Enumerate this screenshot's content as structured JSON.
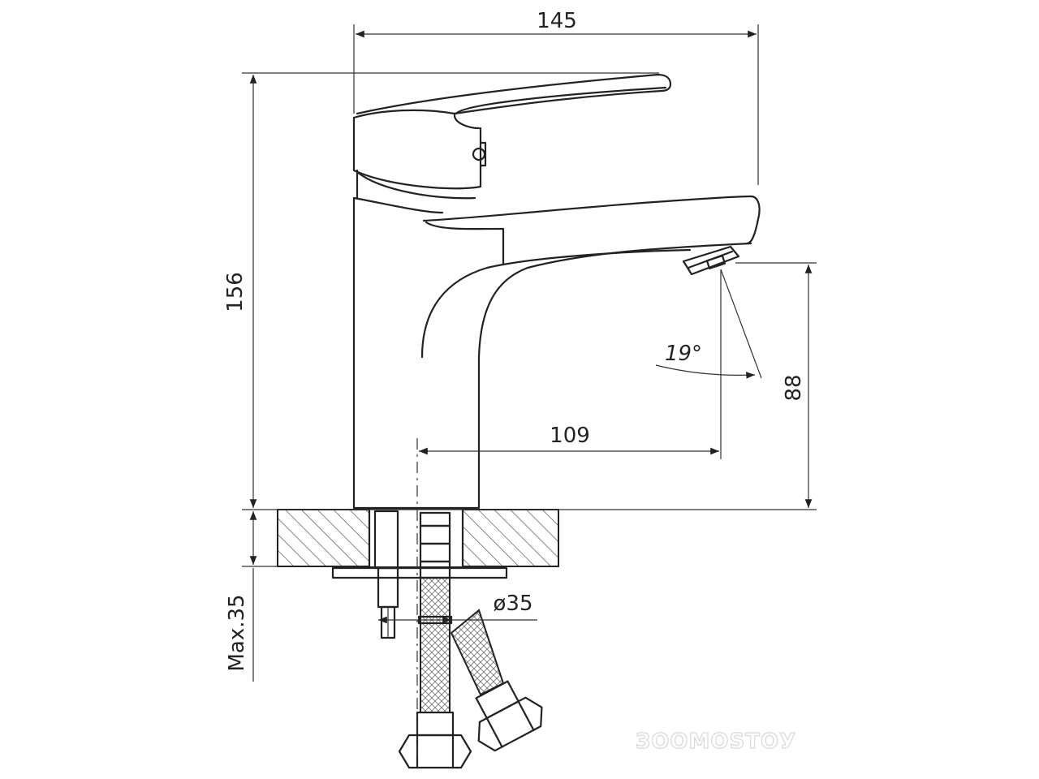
{
  "dimensions": {
    "overall_width": "145",
    "overall_height": "156",
    "spout_reach": "109",
    "outlet_height": "88",
    "outlet_angle": "19°",
    "hole_diameter": "ø35",
    "max_thickness": "Max.35"
  },
  "watermark": "ЗООМОSТОУ"
}
